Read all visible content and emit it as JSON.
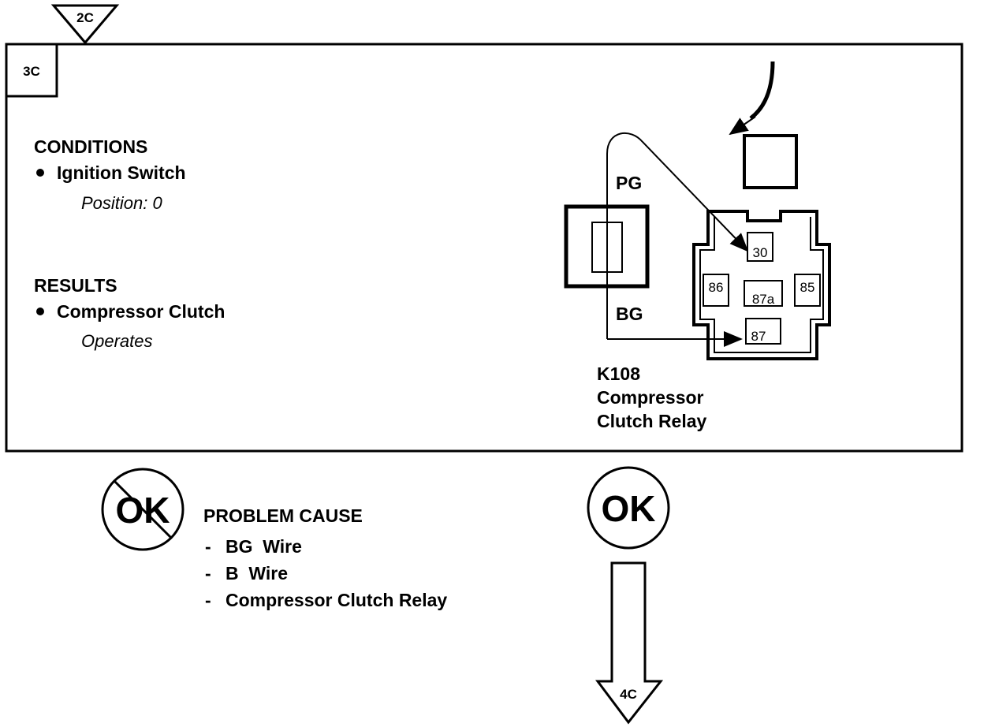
{
  "steps": {
    "previous": "2C",
    "current": "3C",
    "next": "4C"
  },
  "conditions": {
    "heading": "CONDITIONS",
    "item": "Ignition Switch",
    "detail": "Position: 0"
  },
  "results": {
    "heading": "RESULTS",
    "item": "Compressor Clutch",
    "detail": "Operates"
  },
  "relay": {
    "wire_top": "PG",
    "wire_bottom": "BG",
    "pins": [
      "30",
      "86",
      "87a",
      "85",
      "87"
    ],
    "label_lines": [
      "K108",
      "Compressor",
      "Clutch Relay"
    ]
  },
  "outcomes": {
    "not_ok_symbol": "OK",
    "ok_symbol": "OK",
    "problem_heading": "PROBLEM CAUSE",
    "causes": [
      "BG  Wire",
      "B  Wire",
      "Compressor Clutch Relay"
    ]
  }
}
